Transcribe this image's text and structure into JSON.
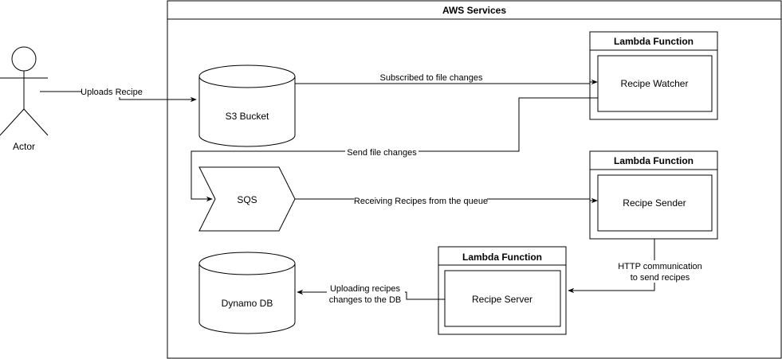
{
  "container": {
    "title": "AWS Services"
  },
  "actor": {
    "label": "Actor"
  },
  "nodes": {
    "s3": "S3 Bucket",
    "sqs": "SQS",
    "dynamo": "Dynamo DB",
    "watcher": {
      "header": "Lambda Function",
      "label": "Recipe Watcher"
    },
    "sender": {
      "header": "Lambda Function",
      "label": "Recipe Sender"
    },
    "server": {
      "header": "Lambda Function",
      "label": "Recipe Server"
    }
  },
  "edges": {
    "upload": "Uploads Recipe",
    "subscribe": "Subscribed to file changes",
    "send_changes": "Send file changes",
    "receive": "Receiving Recipes from the queue",
    "http_line1": "HTTP communication",
    "http_line2": "to send recipes",
    "db_line1": "Uploading recipes",
    "db_line2": "changes to the DB"
  }
}
